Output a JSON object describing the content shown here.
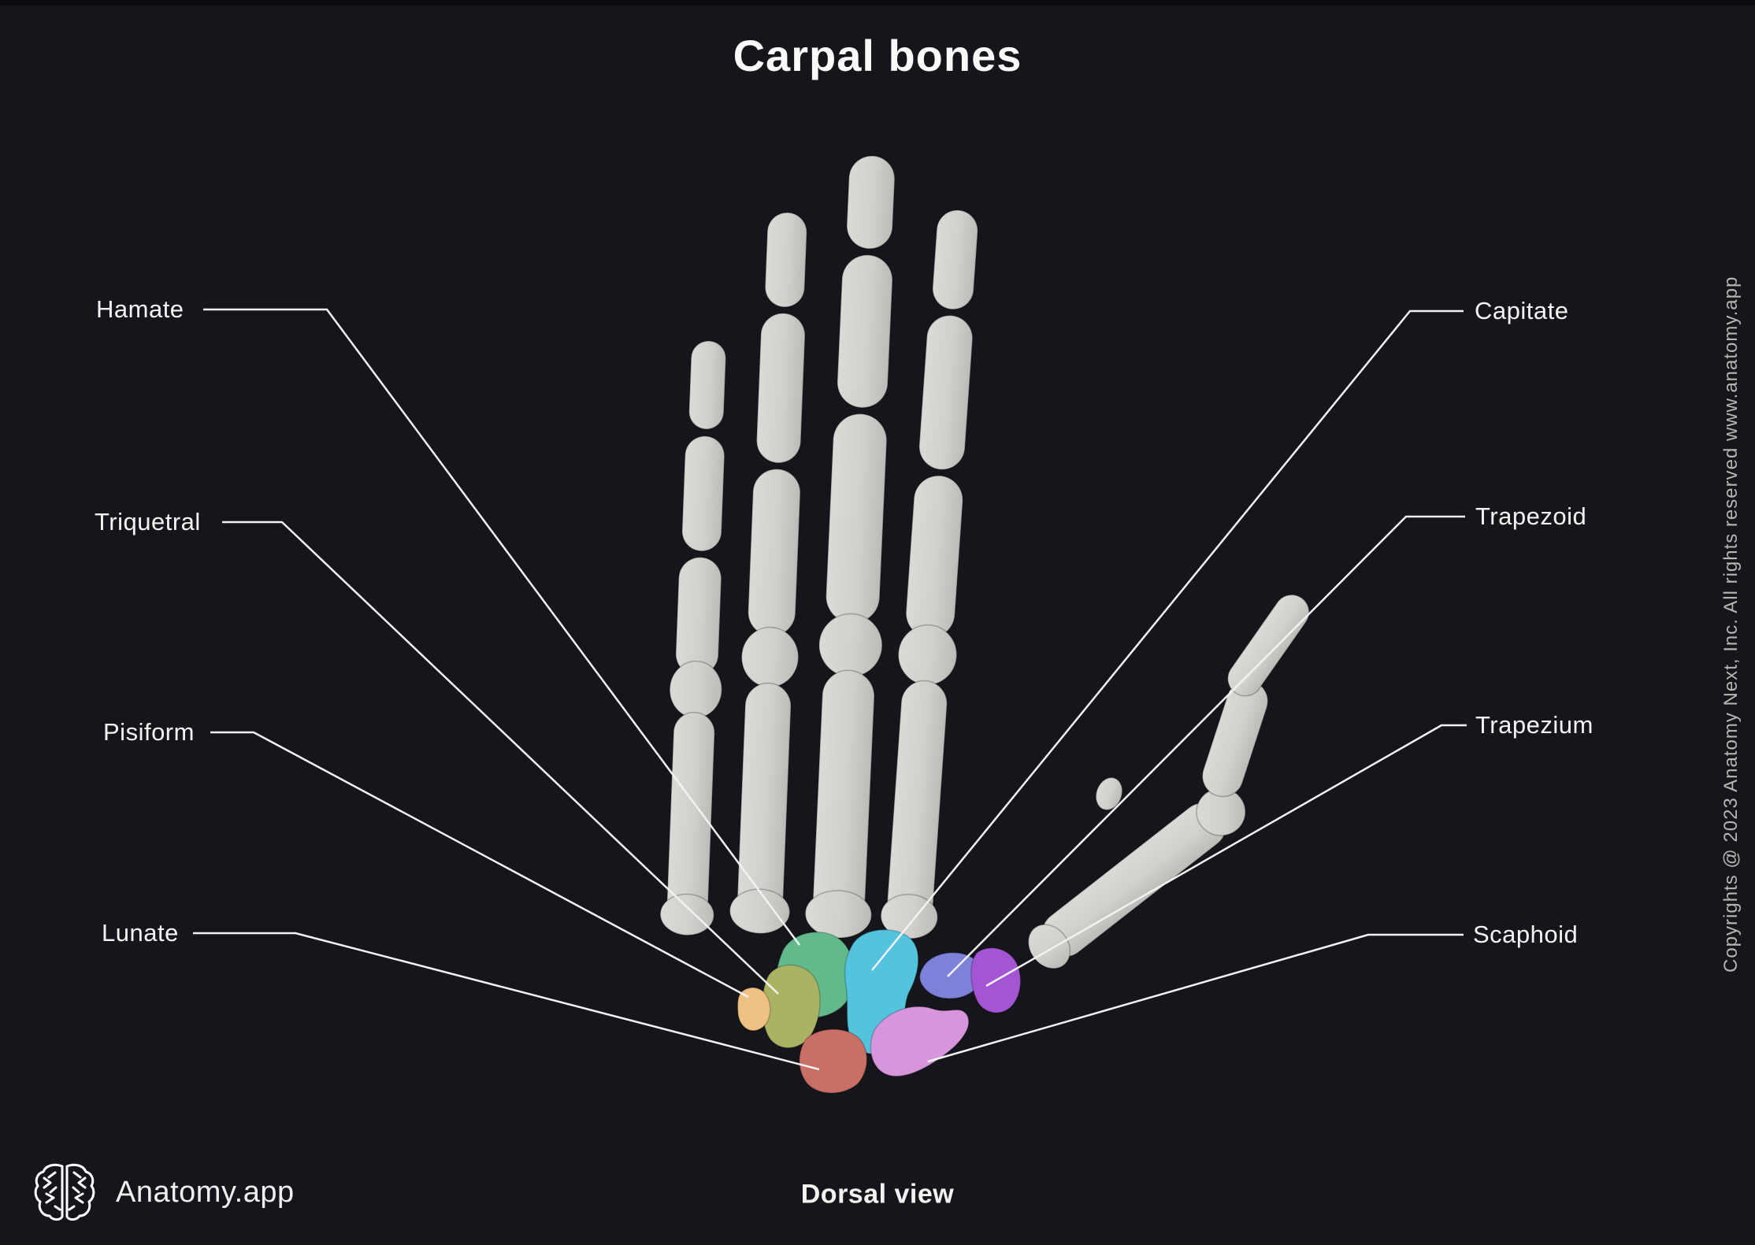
{
  "title": "Carpal bones",
  "view_label": "Dorsal view",
  "brand": {
    "name": "Anatomy.app",
    "logo_icon": "brain-icon"
  },
  "copyright": "Copyrights @ 2023 Anatomy Next, Inc. All rights reserved www.anatomy.app",
  "colors": {
    "background": "#14161b",
    "leader_line": "#f2f2f2",
    "bone_grey_light": "#dcdad7",
    "bone_grey_dark": "#c3c1be",
    "label_text": "#f5f4f2",
    "copyright_text": "#b8b5b1"
  },
  "labels": {
    "left": [
      {
        "text": "Hamate"
      },
      {
        "text": "Triquetral"
      },
      {
        "text": "Pisiform"
      },
      {
        "text": "Lunate"
      }
    ],
    "right": [
      {
        "text": "Capitate"
      },
      {
        "text": "Trapezoid"
      },
      {
        "text": "Trapezium"
      },
      {
        "text": "Scaphoid"
      }
    ]
  },
  "carpal_bones": [
    {
      "name": "Hamate",
      "color": "#62b98c"
    },
    {
      "name": "Capitate",
      "color": "#53c3de"
    },
    {
      "name": "Trapezoid",
      "color": "#7d82d8"
    },
    {
      "name": "Trapezium",
      "color": "#a455d2"
    },
    {
      "name": "Triquetral",
      "color": "#abb263"
    },
    {
      "name": "Pisiform",
      "color": "#efc183"
    },
    {
      "name": "Lunate",
      "color": "#c96f66"
    },
    {
      "name": "Scaphoid",
      "color": "#d795dc"
    }
  ]
}
